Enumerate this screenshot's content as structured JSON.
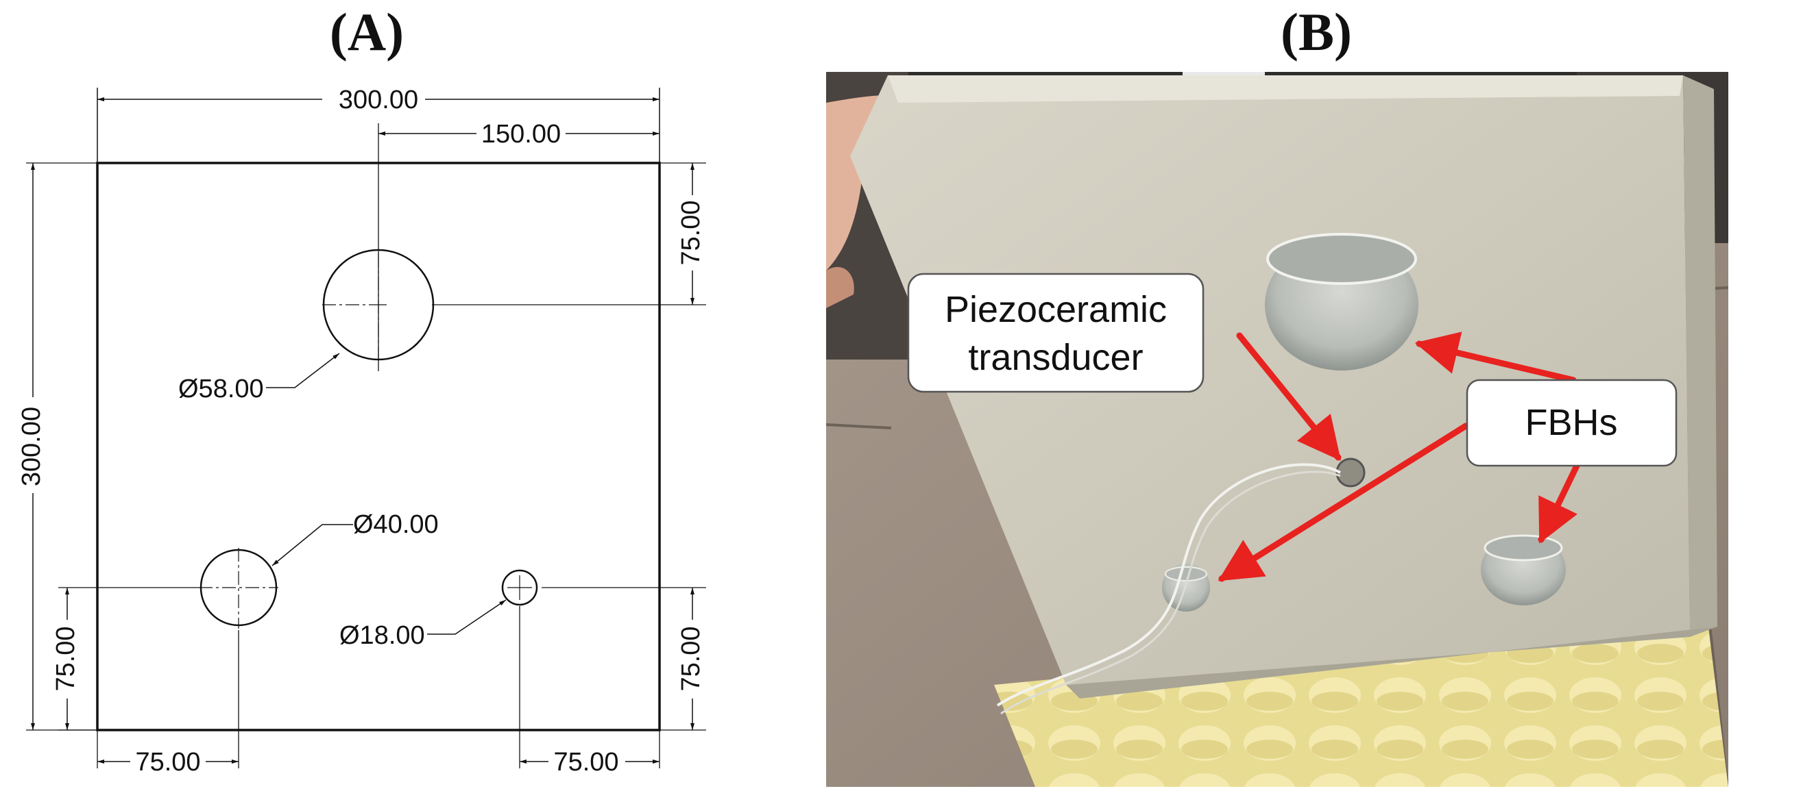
{
  "panels": {
    "a_label": "(A)",
    "b_label": "(B)"
  },
  "drawing": {
    "top_width": "300.00",
    "top_offset": "150.00",
    "right_top": "75.00",
    "left_height": "300.00",
    "dia_large": "Ø58.00",
    "dia_medium": "Ø40.00",
    "dia_small": "Ø18.00",
    "left_bottom": "75.00",
    "right_bottom": "75.00",
    "bottom_left": "75.00",
    "bottom_right": "75.00"
  },
  "photo": {
    "callout_transducer_line1": "Piezoceramic",
    "callout_transducer_line2": "transducer",
    "callout_fbh": "FBHs"
  },
  "colors": {
    "arrow": "#e8221e",
    "line": "#111111"
  }
}
